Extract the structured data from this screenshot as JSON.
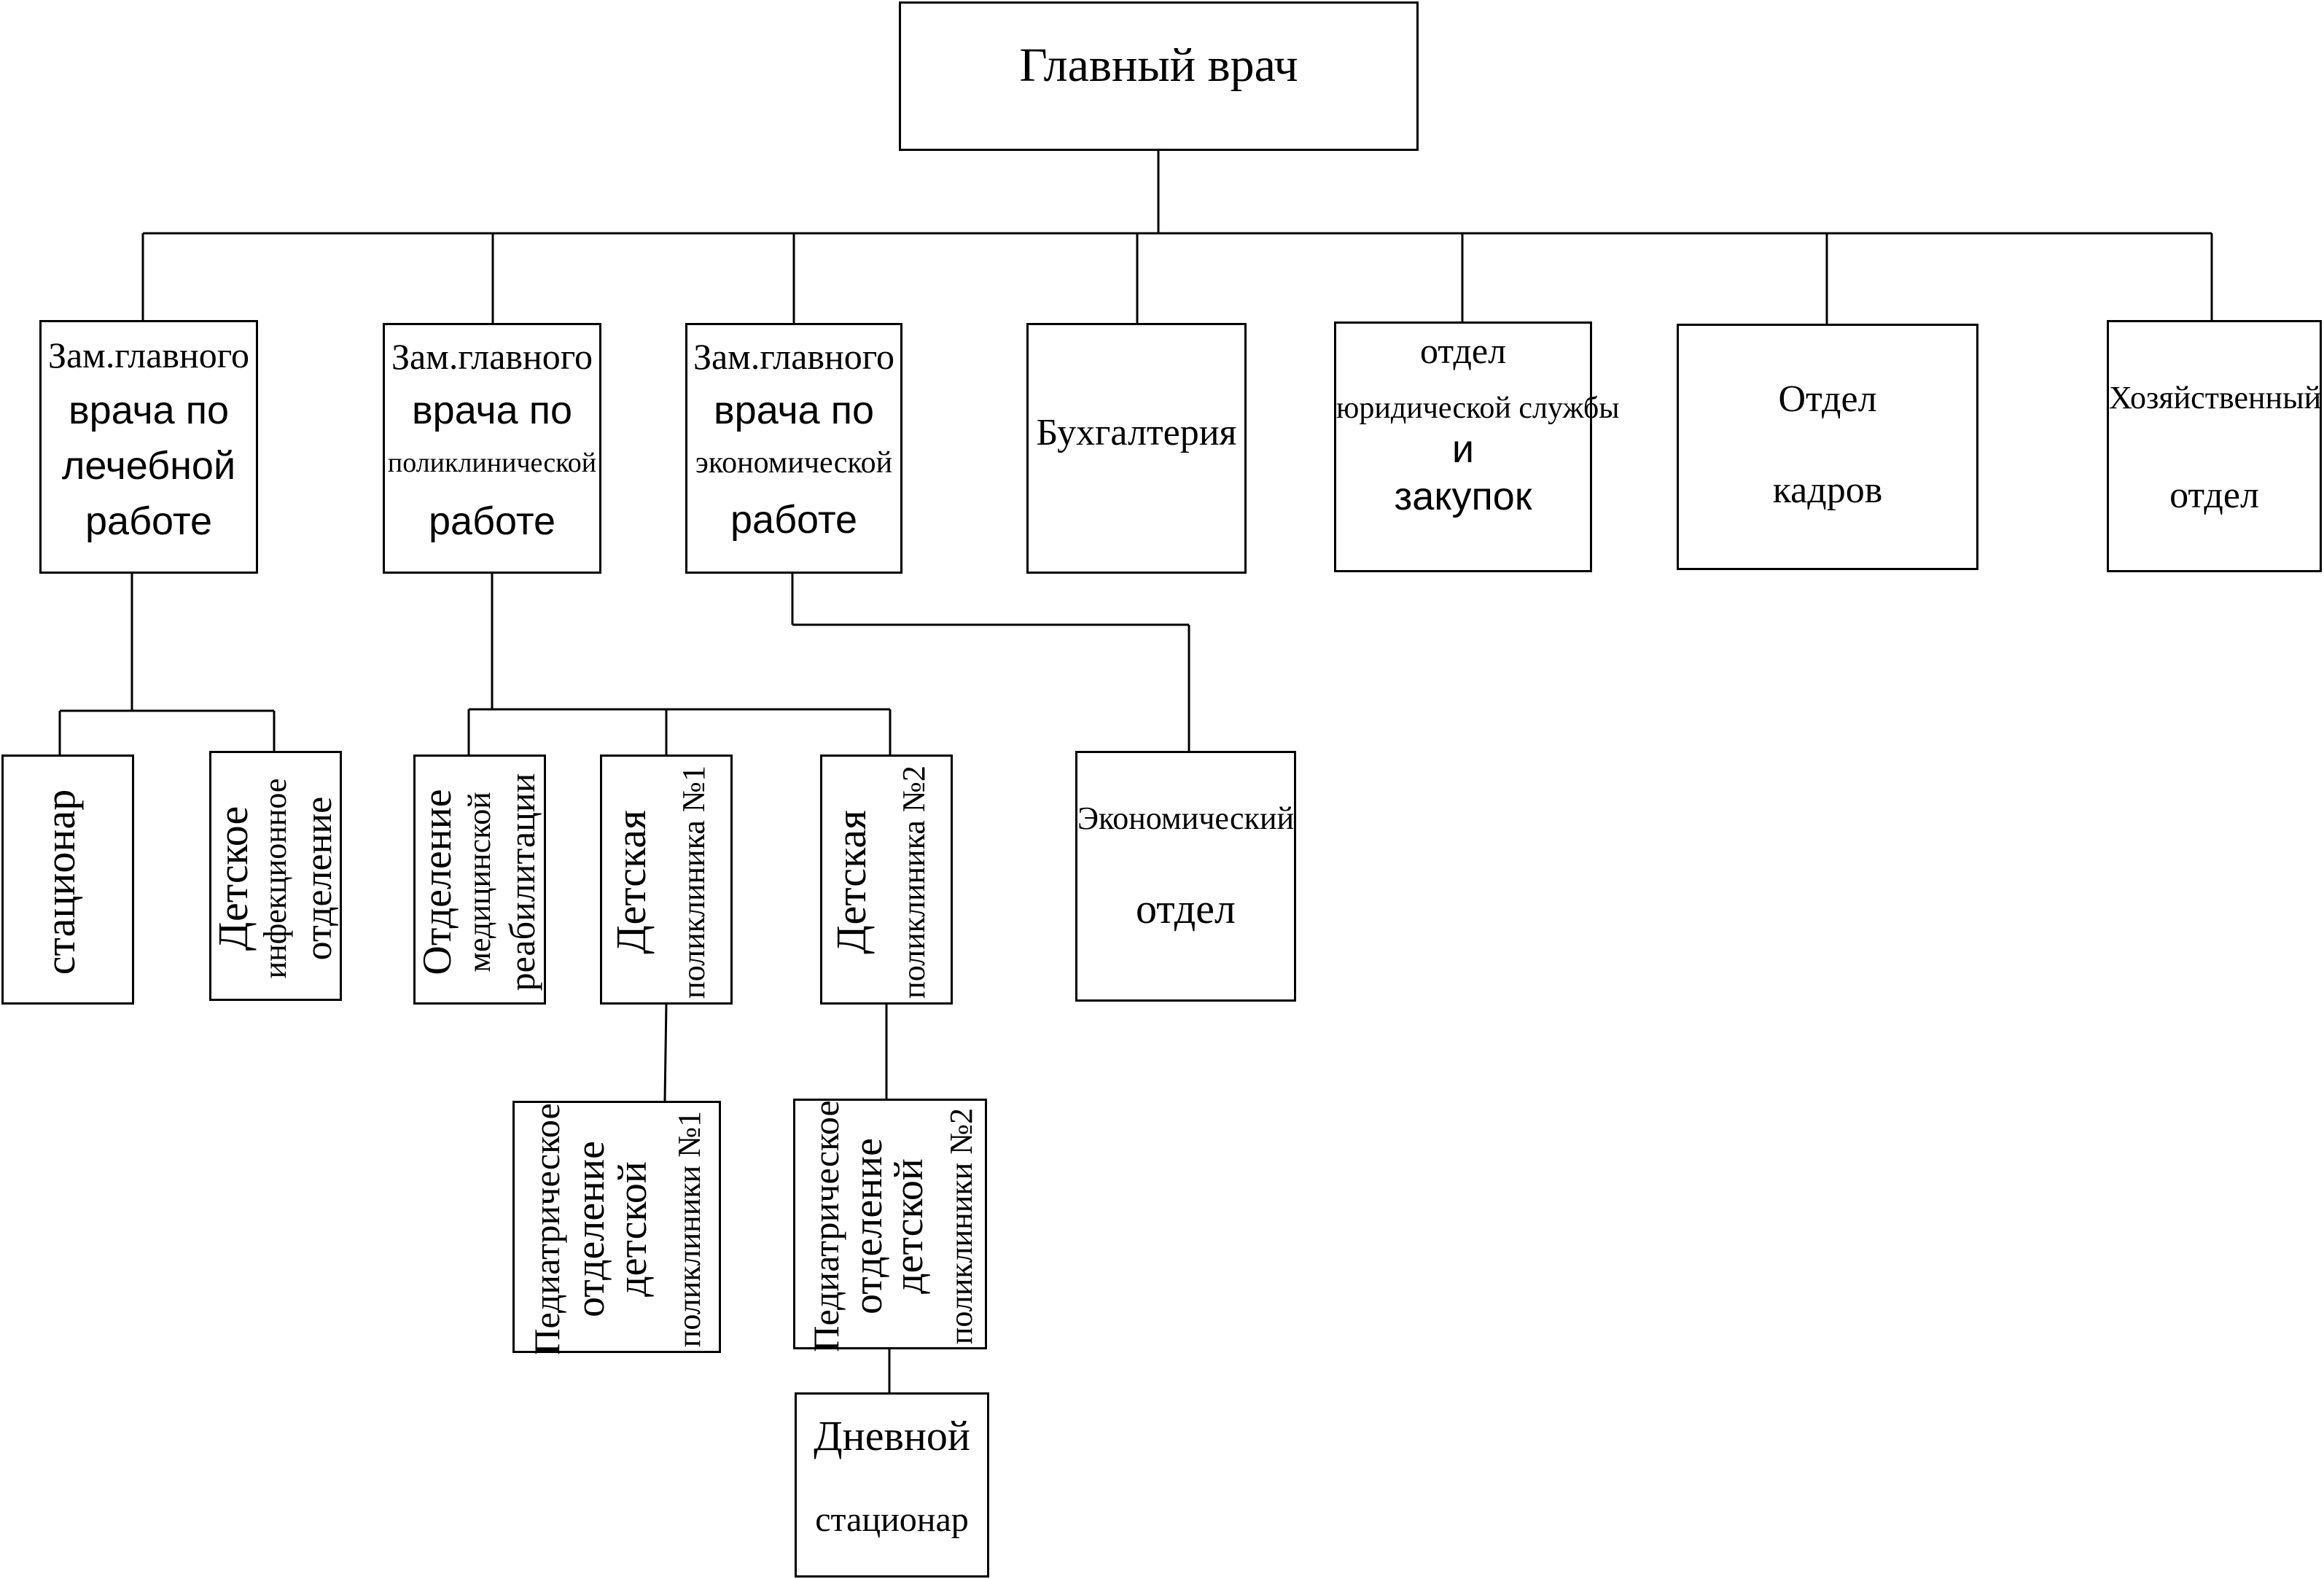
{
  "chief": "Главный врач",
  "dep1": {
    "l1": "Зам.главного",
    "l2": "врача по",
    "l3": "лечебной",
    "l4": "работе"
  },
  "dep2": {
    "l1": "Зам.главного",
    "l2": "врача по",
    "l3": "поликлинической",
    "l4": "работе"
  },
  "dep3": {
    "l1": "Зам.главного",
    "l2": "врача по",
    "l3": "экономической",
    "l4": "работе"
  },
  "accounting": "Бухгалтерия",
  "legal": {
    "l1": "отдел",
    "l2": "юридической службы",
    "l3": "и",
    "l4": "закупок"
  },
  "hr": {
    "l1": "Отдел",
    "l2": "кадров"
  },
  "household": {
    "l1": "Хозяйственный",
    "l2": "отдел"
  },
  "inpatient": "стационар",
  "infectious": {
    "l1": "Детское",
    "l2": "инфекционное",
    "l3": "отделение"
  },
  "rehab": {
    "l1": "Отделение",
    "l2": "медицинской",
    "l3": "реабилитации"
  },
  "clinic1": {
    "l1": "Детская",
    "l2": "поликлиника №1"
  },
  "clinic2": {
    "l1": "Детская",
    "l2": "поликлиника №2"
  },
  "economic": {
    "l1": "Экономический",
    "l2": "отдел"
  },
  "ped1": {
    "l1": "Педиатрическое",
    "l2": "отделение",
    "l3": "детской",
    "l4": "поликлиники №1"
  },
  "ped2": {
    "l1": "Педиатрическое",
    "l2": "отделение",
    "l3": "детской",
    "l4": "поликлиники №2"
  },
  "day_hospital": {
    "l1": "Дневной",
    "l2": "стационар"
  }
}
